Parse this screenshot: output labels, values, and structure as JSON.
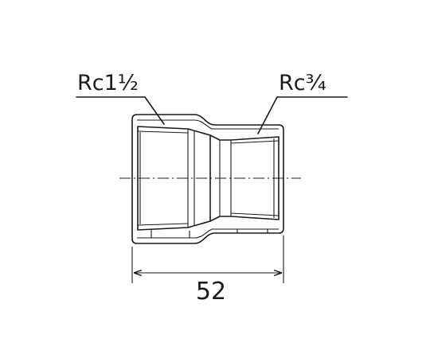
{
  "labels": {
    "left_thread": "Rc1½",
    "right_thread": "Rc¾",
    "overall_length": "52"
  }
}
